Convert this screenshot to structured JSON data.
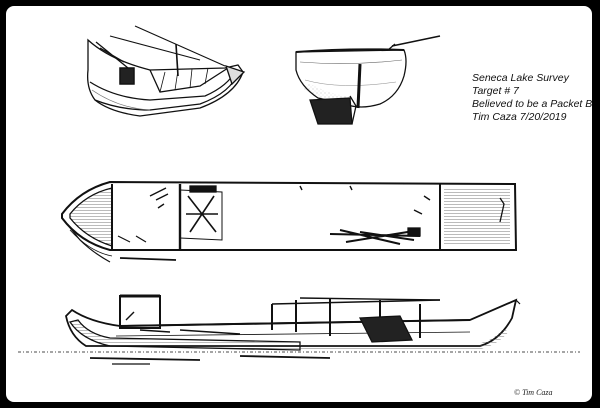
{
  "caption": {
    "line1": "Seneca Lake Survey",
    "line2": "Target # 7",
    "line3": "Believed to be a Packet Boat",
    "line4": "Tim Caza 7/20/2019"
  },
  "copyright": {
    "symbol": "©",
    "name": "Tim Caza"
  },
  "colors": {
    "paper": "#ffffff",
    "ink": "#111111",
    "frame": "#000000",
    "hatch": "#555555"
  }
}
